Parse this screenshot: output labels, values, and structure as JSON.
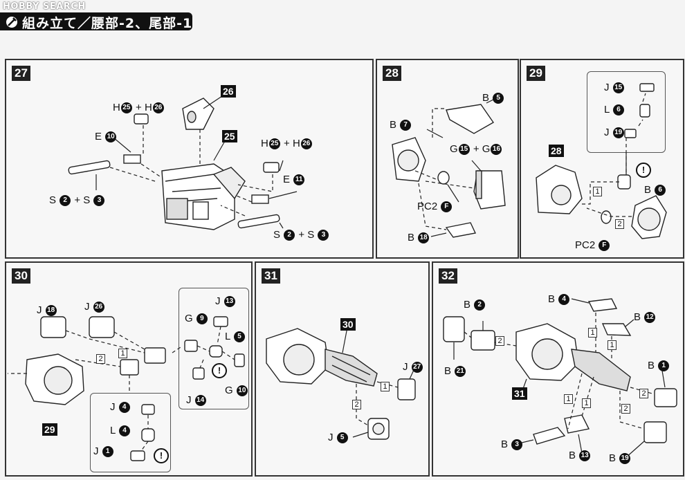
{
  "header": {
    "watermark": "HOBBY SEARCH",
    "title": "組み立て／腰部-2、尾部-1"
  },
  "steps": {
    "s27": {
      "number": "27",
      "ref": "26",
      "ref2": "25",
      "parts": {
        "h1": {
          "a": "H",
          "an": "25",
          "op": "+",
          "b": "H",
          "bn": "26"
        },
        "e1": {
          "a": "E",
          "an": "10"
        },
        "s1": {
          "a": "S",
          "an": "2",
          "op": "+",
          "b": "S",
          "bn": "3"
        },
        "h2": {
          "a": "H",
          "an": "25",
          "op": "+",
          "b": "H",
          "bn": "26"
        },
        "e2": {
          "a": "E",
          "an": "11"
        },
        "s2": {
          "a": "S",
          "an": "2",
          "op": "+",
          "b": "S",
          "bn": "3"
        }
      }
    },
    "s28": {
      "number": "28",
      "parts": {
        "b5": {
          "a": "B",
          "an": "5"
        },
        "b7": {
          "a": "B",
          "an": "7"
        },
        "g": {
          "a": "G",
          "an": "15",
          "op": "+",
          "b": "G",
          "bn": "16"
        },
        "pc2": {
          "a": "PC2",
          "an": "F"
        },
        "b18": {
          "a": "B",
          "an": "18"
        }
      }
    },
    "s29": {
      "number": "29",
      "ref": "28",
      "parts": {
        "j15": {
          "a": "J",
          "an": "15"
        },
        "l6": {
          "a": "L",
          "an": "6"
        },
        "j19": {
          "a": "J",
          "an": "19"
        },
        "b6": {
          "a": "B",
          "an": "6"
        },
        "pc2": {
          "a": "PC2",
          "an": "F"
        }
      },
      "order": [
        "1",
        "2"
      ],
      "warn": "!"
    },
    "s30": {
      "number": "30",
      "ref": "29",
      "parts": {
        "j18": {
          "a": "J",
          "an": "18"
        },
        "j26": {
          "a": "J",
          "an": "26"
        },
        "j13": {
          "a": "J",
          "an": "13"
        },
        "g9": {
          "a": "G",
          "an": "9"
        },
        "l5": {
          "a": "L",
          "an": "5"
        },
        "j14": {
          "a": "J",
          "an": "14"
        },
        "g10": {
          "a": "G",
          "an": "10"
        },
        "j4": {
          "a": "J",
          "an": "4"
        },
        "l4": {
          "a": "L",
          "an": "4"
        },
        "j1": {
          "a": "J",
          "an": "1"
        }
      },
      "order": [
        "2",
        "1"
      ],
      "warn": "!"
    },
    "s31": {
      "number": "31",
      "ref": "30",
      "parts": {
        "j27": {
          "a": "J",
          "an": "27"
        },
        "j5": {
          "a": "J",
          "an": "5"
        }
      },
      "order": [
        "1",
        "2"
      ]
    },
    "s32": {
      "number": "32",
      "ref": "31",
      "parts": {
        "b2": {
          "a": "B",
          "an": "2"
        },
        "b21": {
          "a": "B",
          "an": "21"
        },
        "b4": {
          "a": "B",
          "an": "4"
        },
        "b12": {
          "a": "B",
          "an": "12"
        },
        "b1": {
          "a": "B",
          "an": "1"
        },
        "b3": {
          "a": "B",
          "an": "3"
        },
        "b13": {
          "a": "B",
          "an": "13"
        },
        "b19": {
          "a": "B",
          "an": "19"
        }
      },
      "order": [
        "2",
        "1",
        "1",
        "1",
        "1",
        "2",
        "2"
      ]
    }
  }
}
